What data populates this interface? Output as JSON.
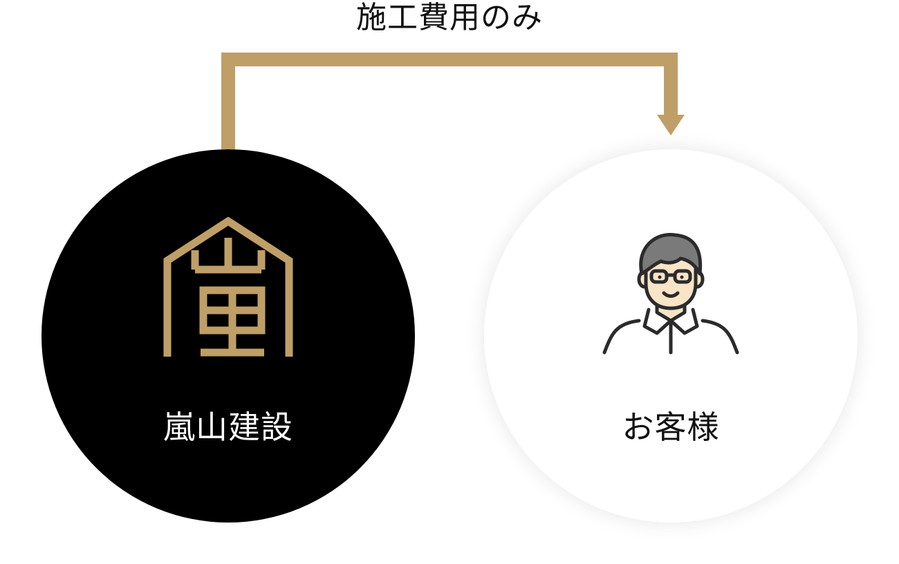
{
  "flow": {
    "label": "施工費用のみ",
    "arrow_color": "#bf9f67"
  },
  "company": {
    "name": "嵐山建設",
    "logo_icon": "arashiyama-house-logo-icon",
    "logo_color": "#bf9f67",
    "circle_color": "#000000",
    "text_color": "#ffffff"
  },
  "customer": {
    "name": "お客様",
    "avatar_icon": "person-with-glasses-icon",
    "circle_color": "#ffffff",
    "text_color": "#111111"
  }
}
